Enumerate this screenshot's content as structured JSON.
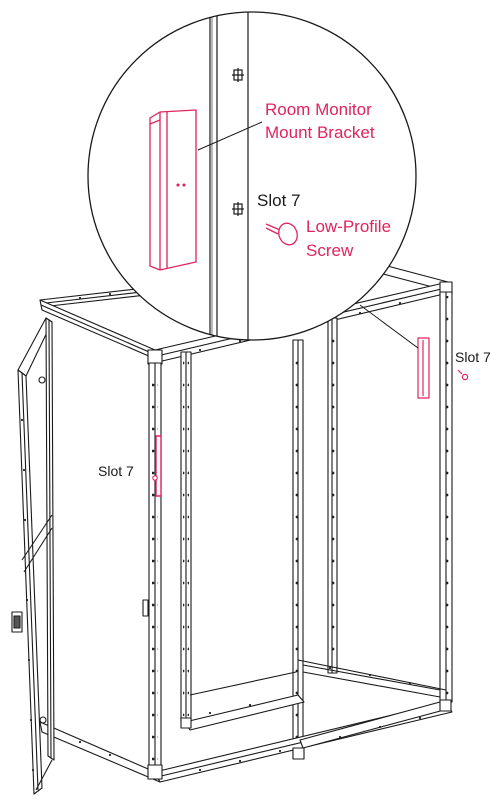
{
  "labels": {
    "bracket_line1": "Room Monitor",
    "bracket_line2": "Mount Bracket",
    "slot_detail": "Slot 7",
    "screw_line1": "Low-Profile",
    "screw_line2": "Screw",
    "slot_left": "Slot 7",
    "slot_right": "Slot 7"
  },
  "colors": {
    "accent": "#e0245e",
    "line": "#1a1a1a",
    "text": "#1a1a1a"
  }
}
